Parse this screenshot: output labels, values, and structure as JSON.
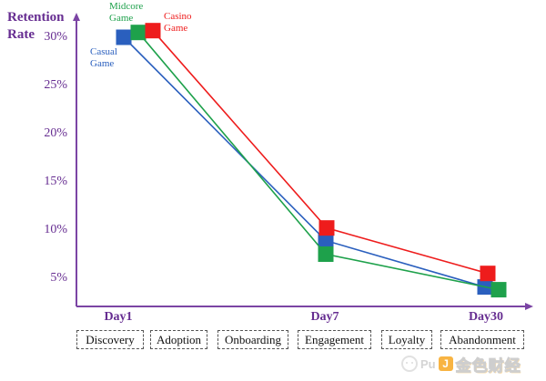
{
  "chart_data": {
    "type": "line",
    "title": "",
    "y_title": "Retention Rate",
    "xlabel": "",
    "ylabel": "Retention Rate",
    "categories": [
      "Day1",
      "Day7",
      "Day30"
    ],
    "yticks": [
      "30%",
      "25%",
      "20%",
      "15%",
      "10%",
      "5%"
    ],
    "ytick_values": [
      30,
      25,
      20,
      15,
      10,
      5
    ],
    "ylim": [
      2,
      32
    ],
    "grid": false,
    "marker": "square",
    "legend_position": "labels-near-first-points",
    "series": [
      {
        "name": "Casual Game",
        "color": "#2A5FBE",
        "values": [
          30,
          9,
          4
        ]
      },
      {
        "name": "Midcore Game",
        "color": "#1EA14B",
        "values": [
          30.5,
          7.5,
          4
        ]
      },
      {
        "name": "Casino Game",
        "color": "#EE1C1C",
        "values": [
          30.5,
          10.5,
          5.5
        ]
      }
    ]
  },
  "funnel": {
    "stages": [
      "Discovery",
      "Adoption",
      "Onboarding",
      "Engagement",
      "Loyalty",
      "Abandonment"
    ]
  },
  "watermark": {
    "prefix": "Pu",
    "logo_letter": "J",
    "brand": "金色财经"
  },
  "colors": {
    "axis": "#7B44A4",
    "axis_text": "#662D91",
    "box_border": "#555555",
    "watermark_orange": "#F7A823"
  }
}
